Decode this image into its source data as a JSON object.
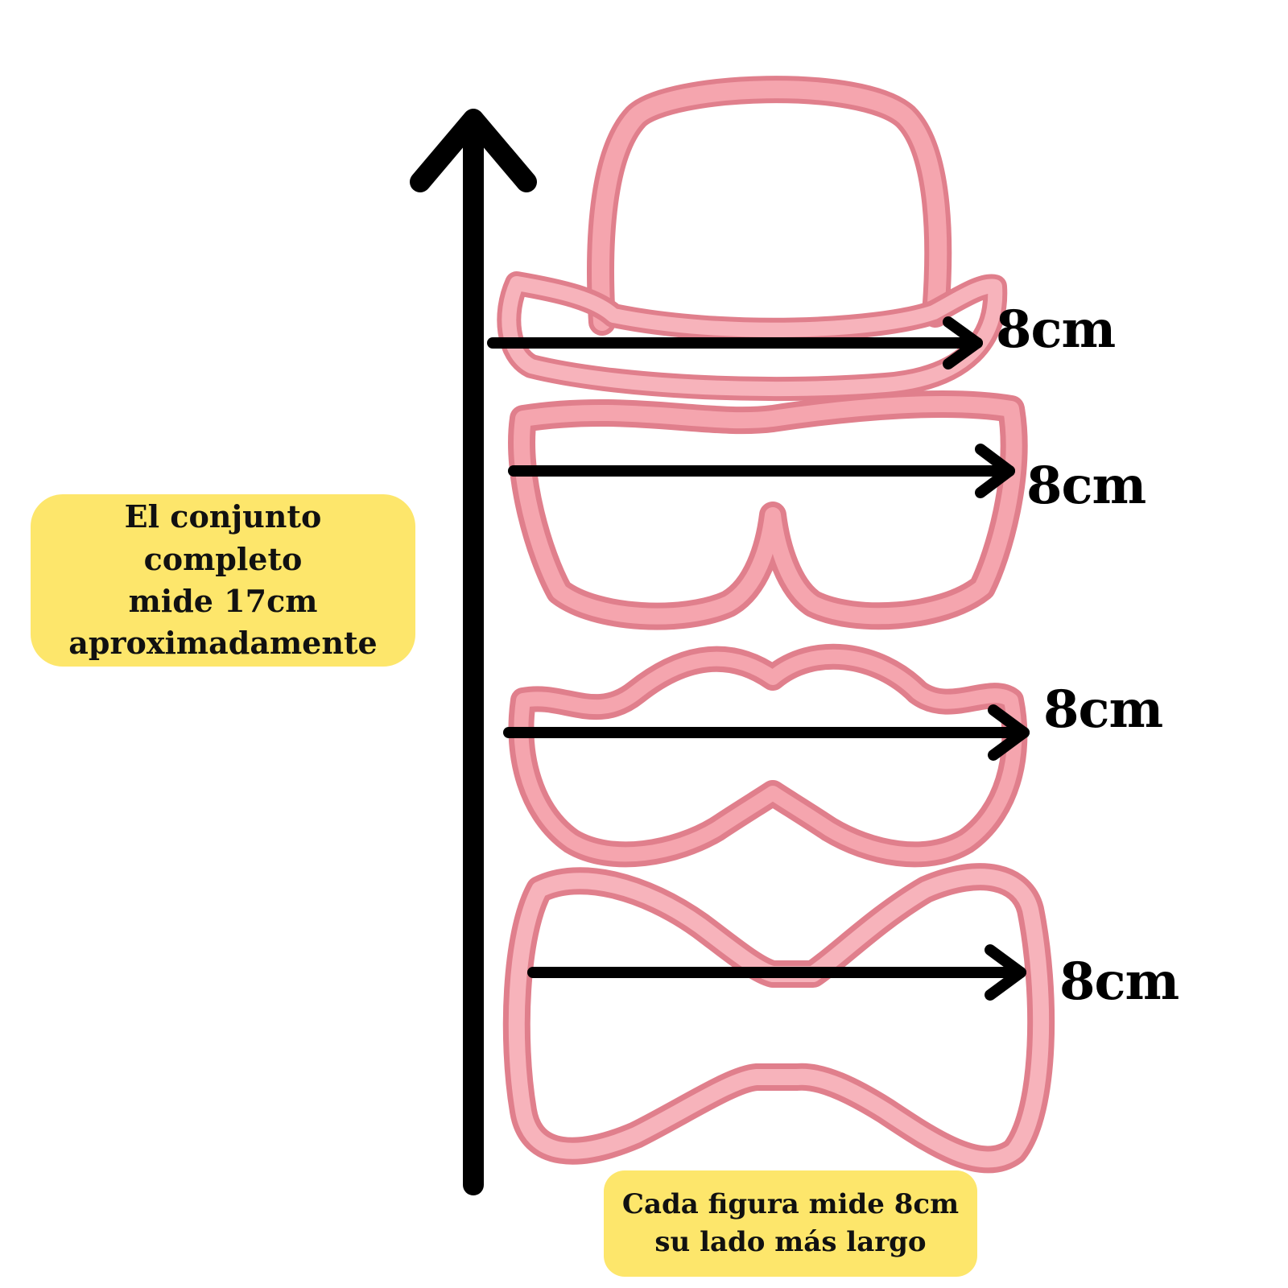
{
  "callouts": {
    "full_set_lines": [
      "El conjunto completo",
      "mide 17cm",
      "aproximadamente"
    ],
    "each_figure_lines": [
      "Cada figura mide 8cm",
      "su lado más largo"
    ]
  },
  "measurements": {
    "hat": "8cm",
    "glasses": "8cm",
    "mustache": "8cm",
    "bow_tie": "8cm"
  },
  "colors": {
    "cutter_pink": "#f4a1ab",
    "cutter_shadow": "#e07f8c",
    "cutter_inner": "#fbc6cc",
    "arrow": "#000000",
    "callout_bg": "#fde66b",
    "text": "#111111"
  }
}
